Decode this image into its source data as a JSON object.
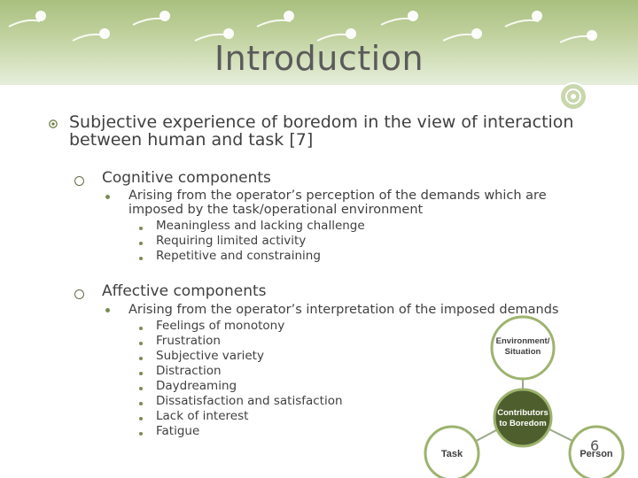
{
  "slide": {
    "title": "Introduction",
    "page_number": "6",
    "main_point": "Subjective experience of boredom in the view of interaction between human and task [7]",
    "sections": [
      {
        "heading": "Cognitive components",
        "detail": "Arising from the operator’s perception of the demands which are imposed by the task/operational environment",
        "items": [
          "Meaningless and lacking challenge",
          "Requiring limited activity",
          "Repetitive and constraining"
        ]
      },
      {
        "heading": "Affective components",
        "detail": "Arising from the operator’s interpretation of the imposed demands",
        "items": [
          "Feelings of monotony",
          "Frustration",
          "Subjective variety",
          "Distraction",
          "Daydreaming",
          "Dissatisfaction and satisfaction",
          "Lack of interest",
          "Fatigue"
        ]
      }
    ]
  },
  "diagram": {
    "environment": [
      "Environment/",
      "Situation"
    ],
    "center": [
      "Contributors",
      "to Boredom"
    ],
    "task": "Task",
    "person": "Person"
  },
  "colors": {
    "accent": "#9db36e",
    "center_node": "#4e5f2d"
  }
}
